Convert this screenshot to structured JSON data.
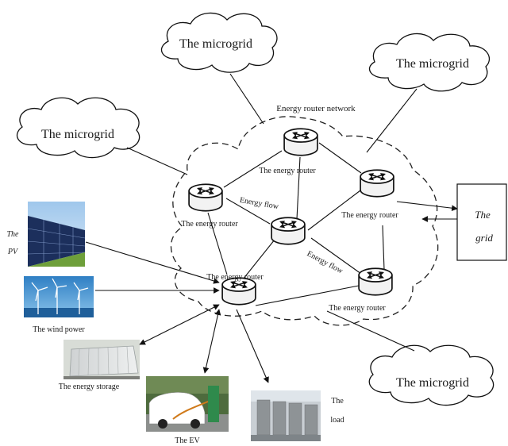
{
  "clouds": {
    "top": "The microgrid",
    "top_right": "The microgrid",
    "left": "The microgrid",
    "bottom_right": "The microgrid"
  },
  "network": {
    "title": "Energy router network",
    "routers": {
      "top": "The energy router",
      "left": "The energy router",
      "right": "The energy router",
      "bottom_left": "The energy router",
      "bottom_right": "The energy router"
    },
    "flows": {
      "upper": "Energy flow",
      "lower": "Energy flow"
    }
  },
  "grid": {
    "line1": "The",
    "line2": "grid"
  },
  "sources": {
    "pv": {
      "line1": "The",
      "line2": "PV"
    },
    "wind": "The wind power",
    "storage": "The energy storage",
    "ev": "The EV",
    "load": {
      "line1": "The",
      "line2": "load"
    }
  }
}
